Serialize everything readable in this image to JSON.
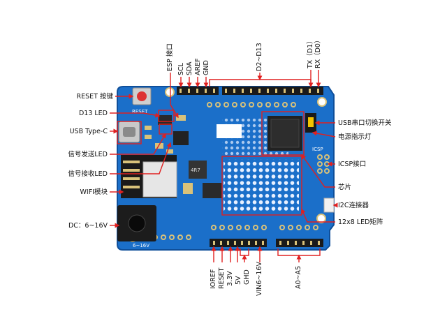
{
  "labels": {
    "reset": "RESET 按键",
    "d13": "D13 LED",
    "usb_type_c": "USB Type-C",
    "tx_led": "信号发送LED",
    "rx_led": "信号接收LED",
    "wifi": "WIFI模块",
    "dc": "DC：6~16V",
    "esp_port": "ESP 接口",
    "scl": "SCL",
    "sda": "SDA",
    "aref": "AREF",
    "gnd": "GND",
    "d2_d13": "D2~D13",
    "tx": "TX（D1）",
    "rx": "RX（D0）",
    "usb_switch": "USB串口切换开关",
    "power_led": "电源指示灯",
    "icsp_port": "ICSP接口",
    "chip": "芯片",
    "i2c": "I2C连接器",
    "led_matrix": "12x8 LED矩阵",
    "ioref": "IOREF",
    "reset_pin": "RESET",
    "v33": "3.3V",
    "v5": "5V",
    "ghd": "GHD",
    "vin": "VIN6~16V",
    "a0_a5": "A0~A5"
  },
  "board_text": {
    "reset_silk": "RESET",
    "dc_silk": "6~16V",
    "icsp_silk": "ICSP",
    "chip_silk": "4R7"
  },
  "colors": {
    "board": "#1b6fc9",
    "board_dark": "#0f4f9a",
    "arrow": "#e02020",
    "header": "#1a1a1a",
    "pad": "#d9c27a",
    "led_dot": "#e8f0ff"
  }
}
